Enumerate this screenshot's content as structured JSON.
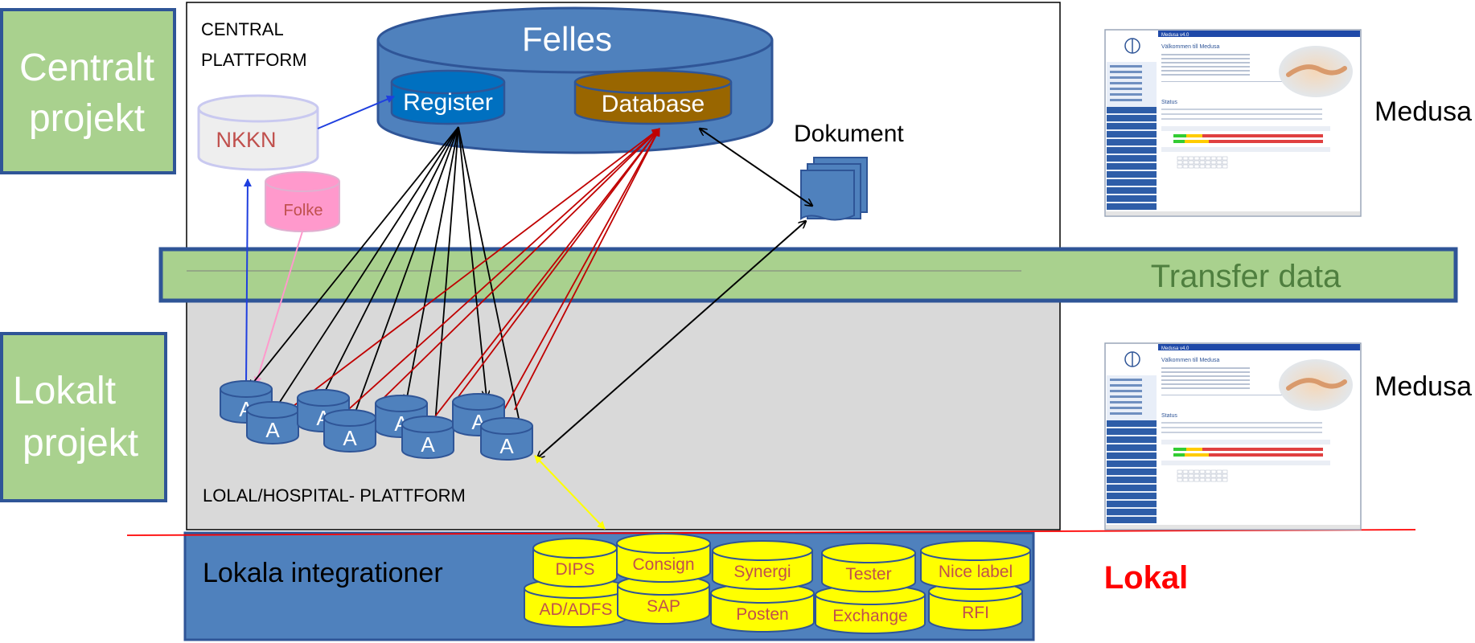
{
  "left_boxes": {
    "central": [
      "Centralt",
      "projekt"
    ],
    "local": [
      "Lokalt",
      "projekt"
    ]
  },
  "platforms": {
    "central_label": [
      "CENTRAL",
      "PLATTFORM"
    ],
    "local_label": "LOLAL/HOSPITAL- PLATTFORM"
  },
  "felles": {
    "title": "Felles",
    "register": "Register",
    "database": "Database"
  },
  "nkkn": "NKKN",
  "folke": "Folke",
  "dokument": "Dokument",
  "transfer": "Transfer data",
  "a_node_label": "A",
  "a_nodes_count": 8,
  "integrations": {
    "title": "Lokala integrationer",
    "items_top": [
      "DIPS",
      "Consign",
      "Synergi",
      "Tester",
      "Nice label"
    ],
    "items_bottom": [
      "AD/ADFS",
      "SAP",
      "Posten",
      "Exchange",
      "RFI"
    ]
  },
  "right_labels": {
    "medusa_top": "Medusa",
    "medusa_bottom": "Medusa",
    "lokal": "Lokal"
  },
  "medusa_screens": {
    "app_title": "Medusa v4.0",
    "welcome": "Välkommen till Medusa",
    "status": "Status"
  },
  "colors": {
    "green_box": "#a9d18e",
    "blue": "#4f81bd",
    "dark_blue": "#2f5597",
    "yellow": "#ffff00",
    "brown": "#996600",
    "pink": "#ff99cc",
    "red": "#ff0000",
    "transfer_text": "#4f7f3f"
  }
}
